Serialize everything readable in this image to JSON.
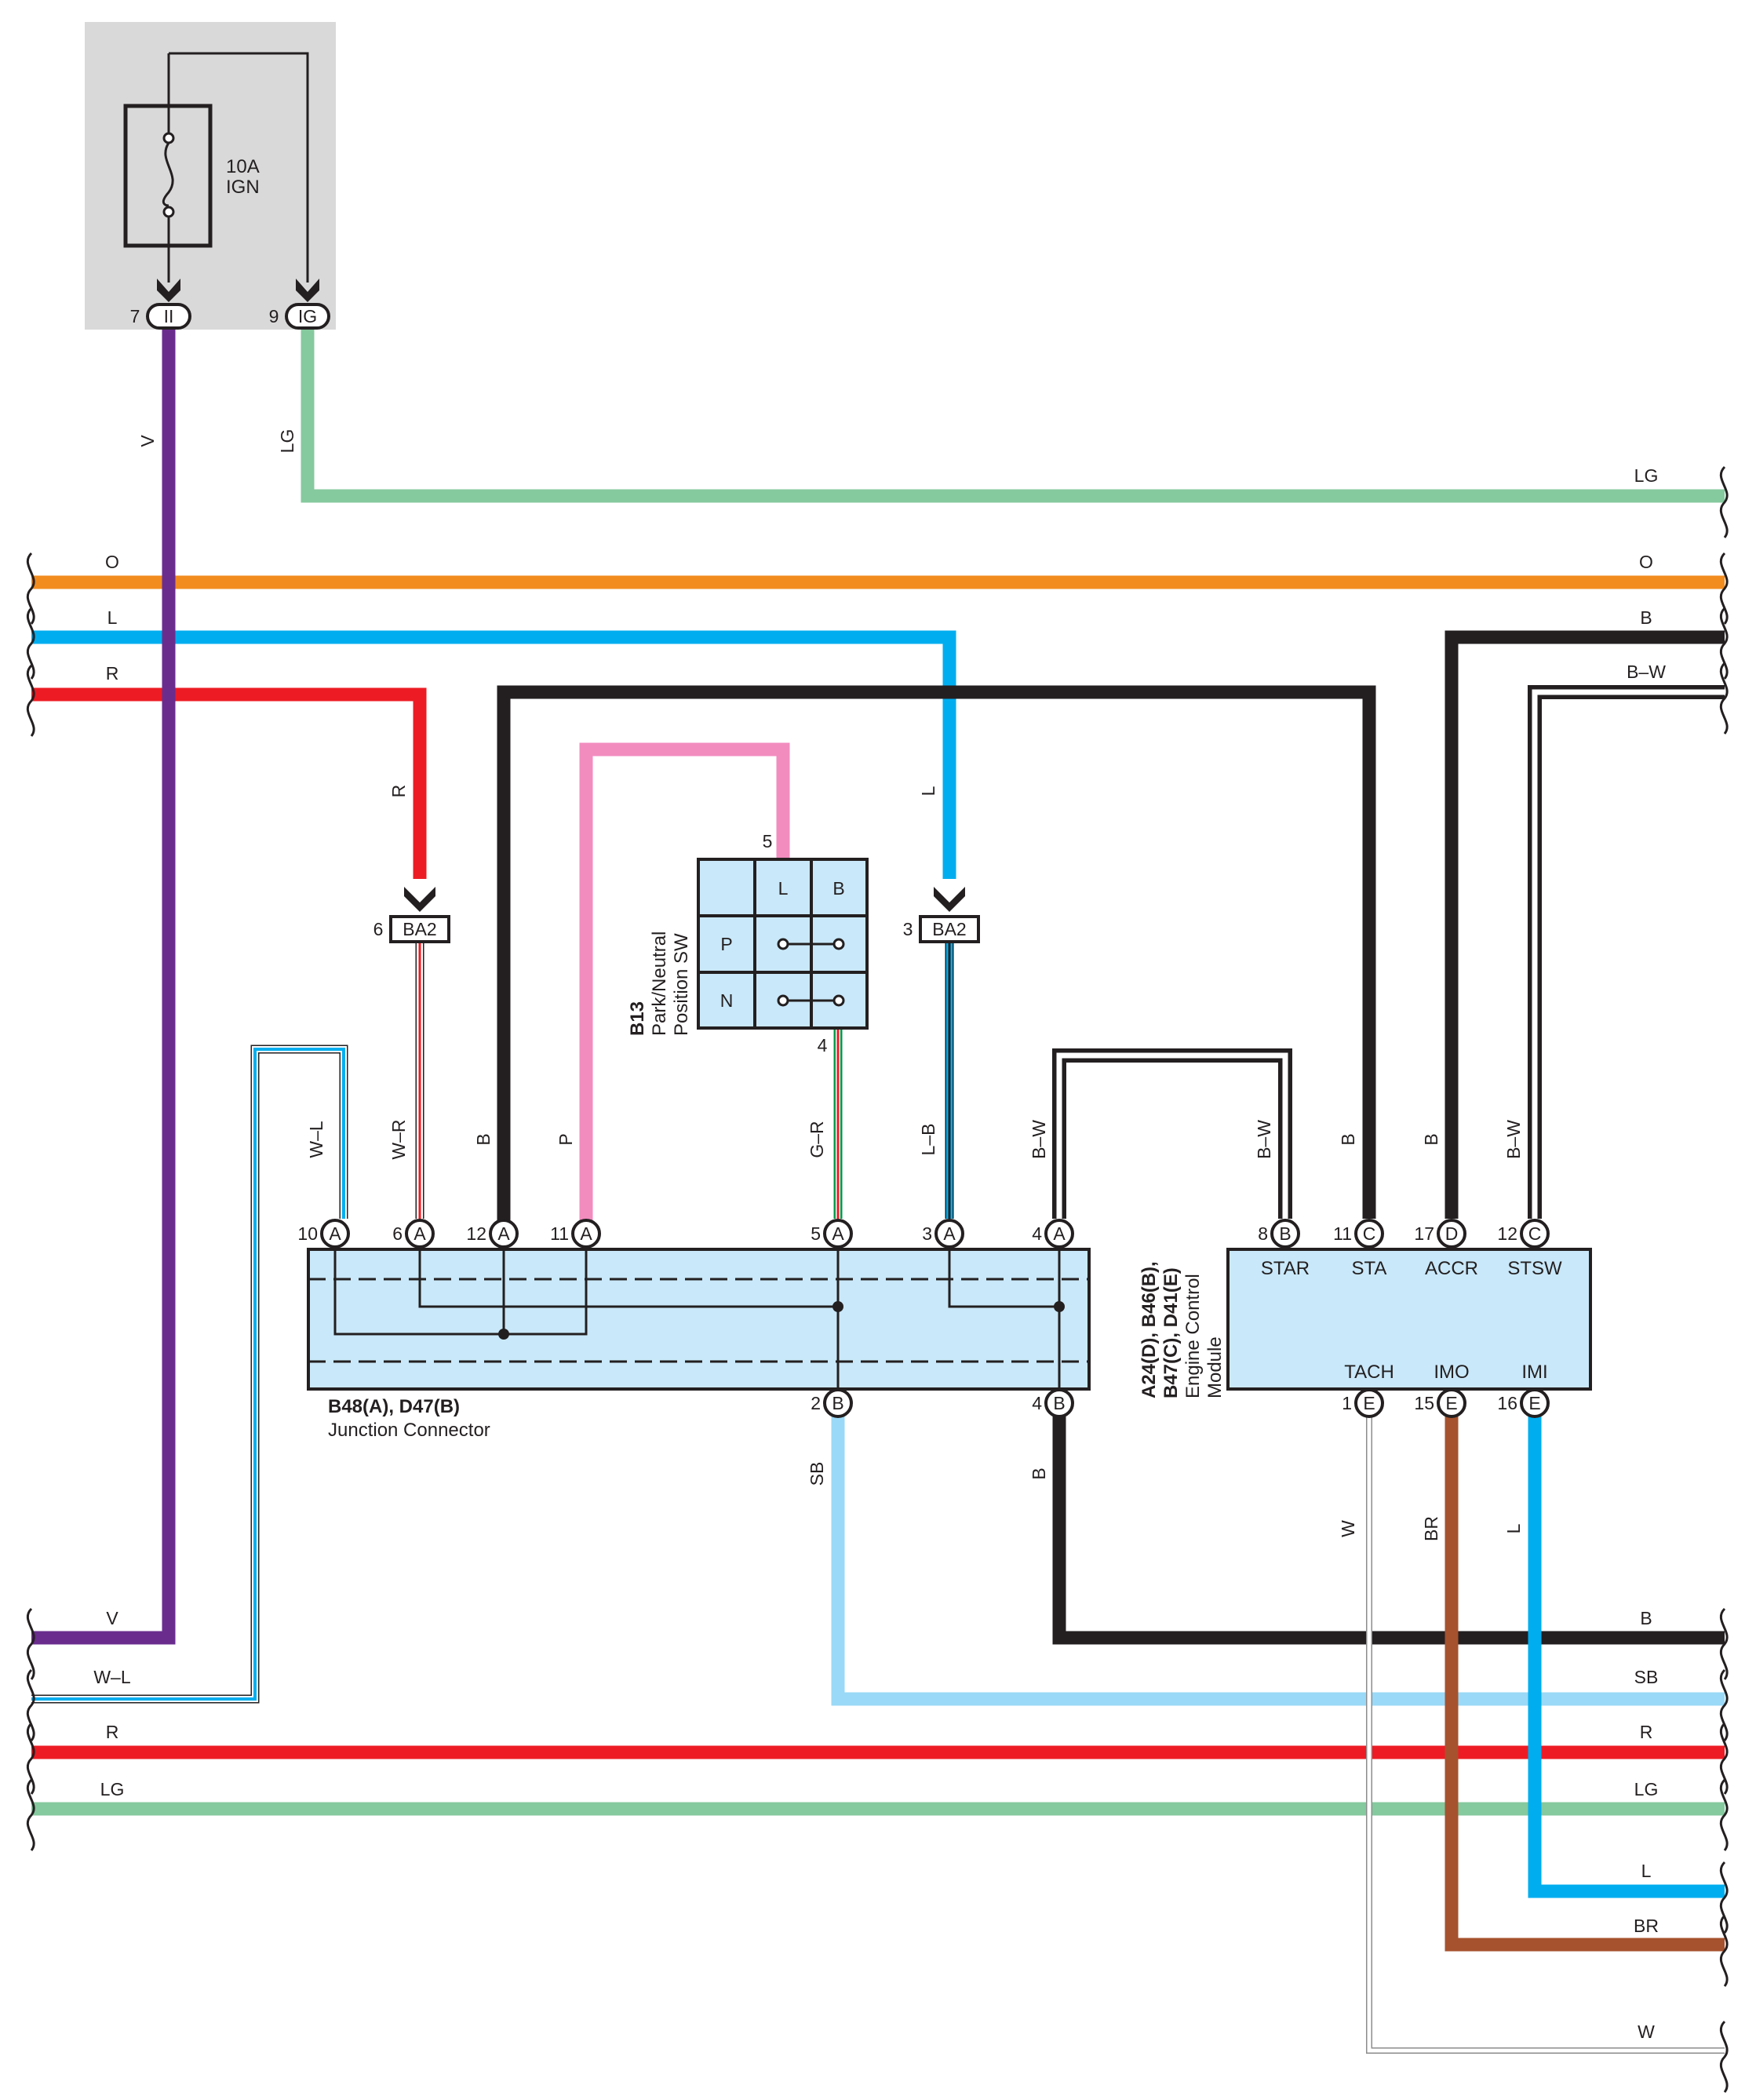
{
  "colors": {
    "V": "#6a2d8e",
    "LG": "#85c99e",
    "O": "#f28c1f",
    "L": "#00aeef",
    "R": "#ed1c24",
    "B": "#231f20",
    "P": "#f28cbf",
    "SB": "#9ad9f7",
    "BR": "#a6522e",
    "W": "#ffffff",
    "box_fill": "#c9e8f9",
    "fuse_bg": "#d9d9d9"
  },
  "fuse": {
    "rating": "10A",
    "name": "IGN",
    "pin_left_num": "7",
    "pin_left": "II",
    "pin_right_num": "9",
    "pin_right": "IG"
  },
  "wire_labels": {
    "V_top": "V",
    "LG_top": "LG",
    "left": {
      "O": "O",
      "L": "L",
      "R": "R",
      "V": "V",
      "WL": "W–L",
      "R2": "R",
      "LG2": "LG"
    },
    "right": {
      "LG": "LG",
      "O": "O",
      "B": "B",
      "BW": "B–W",
      "B2": "B",
      "SB": "SB",
      "R": "R",
      "LG2": "LG",
      "L": "L",
      "BR": "BR",
      "W": "W"
    },
    "vertical": {
      "R": "R",
      "L": "L",
      "WL": "W–L",
      "WR": "W–R",
      "B12": "B",
      "P": "P",
      "GR": "G–R",
      "LB": "L–B",
      "BW4": "B–W",
      "BW8": "B–W",
      "B11": "B",
      "B17": "B",
      "BW12": "B–W",
      "SB": "SB",
      "B4": "B",
      "W": "W",
      "BR": "BR",
      "L16": "L"
    }
  },
  "splice_left": {
    "pin": "6",
    "name": "BA2"
  },
  "splice_right": {
    "pin": "3",
    "name": "BA2"
  },
  "switch": {
    "code": "B13",
    "name_line1": "Park/Neutral",
    "name_line2": "Position SW",
    "pin_top": "5",
    "pin_bottom": "4",
    "col1": "L",
    "col2": "B",
    "row1": "P",
    "row2": "N"
  },
  "junction": {
    "code": "B48(A), D47(B)",
    "name": "Junction Connector",
    "top_pins": [
      {
        "num": "10",
        "letter": "A"
      },
      {
        "num": "6",
        "letter": "A"
      },
      {
        "num": "12",
        "letter": "A"
      },
      {
        "num": "11",
        "letter": "A"
      },
      {
        "num": "5",
        "letter": "A"
      },
      {
        "num": "3",
        "letter": "A"
      },
      {
        "num": "4",
        "letter": "A"
      }
    ],
    "bottom_pins": [
      {
        "num": "2",
        "letter": "B"
      },
      {
        "num": "4",
        "letter": "B"
      }
    ]
  },
  "ecm": {
    "code_line1": "A24(D), B46(B),",
    "code_line2": "B47(C), D41(E)",
    "name_line1": "Engine Control",
    "name_line2": "Module",
    "top_pins": [
      {
        "num": "8",
        "letter": "B",
        "term": "STAR"
      },
      {
        "num": "11",
        "letter": "C",
        "term": "STA"
      },
      {
        "num": "17",
        "letter": "D",
        "term": "ACCR"
      },
      {
        "num": "12",
        "letter": "C",
        "term": "STSW"
      }
    ],
    "bottom_pins": [
      {
        "num": "1",
        "letter": "E",
        "term": "TACH"
      },
      {
        "num": "15",
        "letter": "E",
        "term": "IMO"
      },
      {
        "num": "16",
        "letter": "E",
        "term": "IMI"
      }
    ]
  }
}
